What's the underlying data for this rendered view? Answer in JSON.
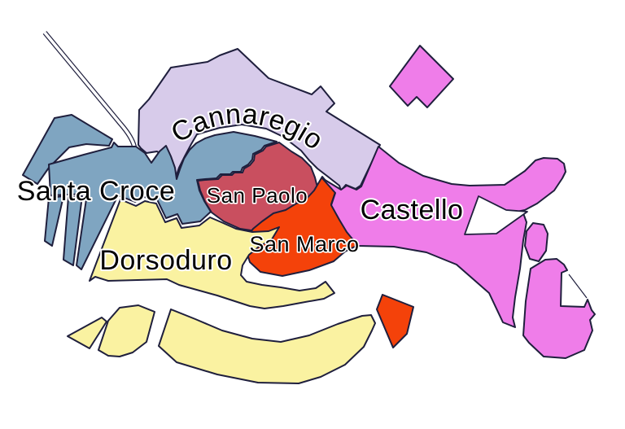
{
  "map": {
    "name": "venice-sestieri-map",
    "background_color": "#ffffff",
    "outline_color": "#1f1f3d",
    "canal_color": "#ffffff",
    "bridge": "rail-road-causeway"
  },
  "regions": {
    "cannaregio": {
      "label": "Cannaregio",
      "color": "#d7cbea"
    },
    "santa_croce": {
      "label": "Santa Croce",
      "color": "#7fa5c1"
    },
    "san_paolo": {
      "label": "San Paolo",
      "color": "#c94f5f"
    },
    "san_marco": {
      "label": "San Marco",
      "color": "#f4420a"
    },
    "castello": {
      "label": "Castello",
      "color": "#ef7de9"
    },
    "dorsoduro": {
      "label": "Dorsoduro",
      "color": "#faf2a1"
    }
  }
}
